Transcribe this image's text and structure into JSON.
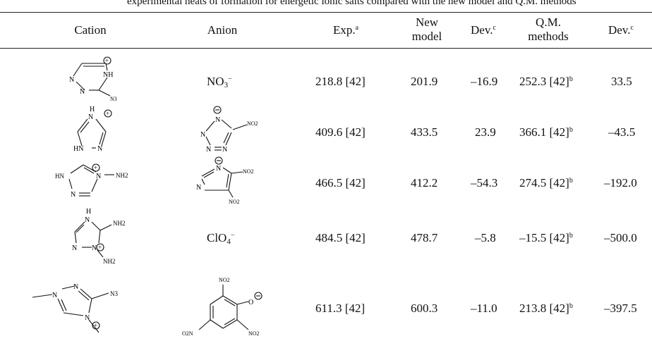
{
  "caption": "experimental heats of formation for energetic ionic salts compared with the new model and Q.M. methods",
  "headers": {
    "cation": "Cation",
    "anion": "Anion",
    "exp": "Exp.",
    "exp_sup": "a",
    "new_model_1": "New",
    "new_model_2": "model",
    "dev1": "Dev.",
    "dev1_sup": "c",
    "qm_1": "Q.M.",
    "qm_2": "methods",
    "dev2": "Dev.",
    "dev2_sup": "c"
  },
  "rows": [
    {
      "cation": {
        "atoms": [
          "NH",
          "N",
          "N",
          "N3"
        ]
      },
      "anion": {
        "formula": "NO",
        "sub": "3",
        "sup": "−"
      },
      "exp": "218.8 [42]",
      "new_model": "201.9",
      "dev1": "–16.9",
      "qm": "252.3 [42]",
      "qm_sup": "b",
      "dev2": "33.5"
    },
    {
      "cation": {
        "atoms": [
          "H",
          "N",
          "HN",
          "N"
        ]
      },
      "anion": {
        "atoms": [
          "N",
          "N",
          "N",
          "N",
          "NO2"
        ]
      },
      "exp": "409.6 [42]",
      "new_model": "433.5",
      "dev1": "23.9",
      "qm": "366.1 [42]",
      "qm_sup": "b",
      "dev2": "–43.5"
    },
    {
      "cation": {
        "atoms": [
          "HN",
          "N",
          "N",
          "NH2"
        ]
      },
      "anion": {
        "atoms": [
          "N",
          "N",
          "NO2",
          "NO2"
        ]
      },
      "exp": "466.5 [42]",
      "new_model": "412.2",
      "dev1": "–54.3",
      "qm": "274.5 [42]",
      "qm_sup": "b",
      "dev2": "–192.0"
    },
    {
      "cation": {
        "atoms": [
          "H",
          "N",
          "NH2",
          "N",
          "N",
          "NH2"
        ]
      },
      "anion": {
        "formula": "ClO",
        "sub": "4",
        "sup": "−"
      },
      "exp": "484.5 [42]",
      "new_model": "478.7",
      "dev1": "–5.8",
      "qm": "–15.5 [42]",
      "qm_sup": "b",
      "dev2": "–500.0"
    },
    {
      "cation": {
        "atoms": [
          "N",
          "N",
          "N3",
          "N"
        ]
      },
      "anion": {
        "atoms": [
          "NO2",
          "O",
          "O2N",
          "NO2"
        ]
      },
      "exp": "611.3 [42]",
      "new_model": "600.3",
      "dev1": "–11.0",
      "qm": "213.8 [42]",
      "qm_sup": "b",
      "dev2": "–397.5"
    }
  ]
}
